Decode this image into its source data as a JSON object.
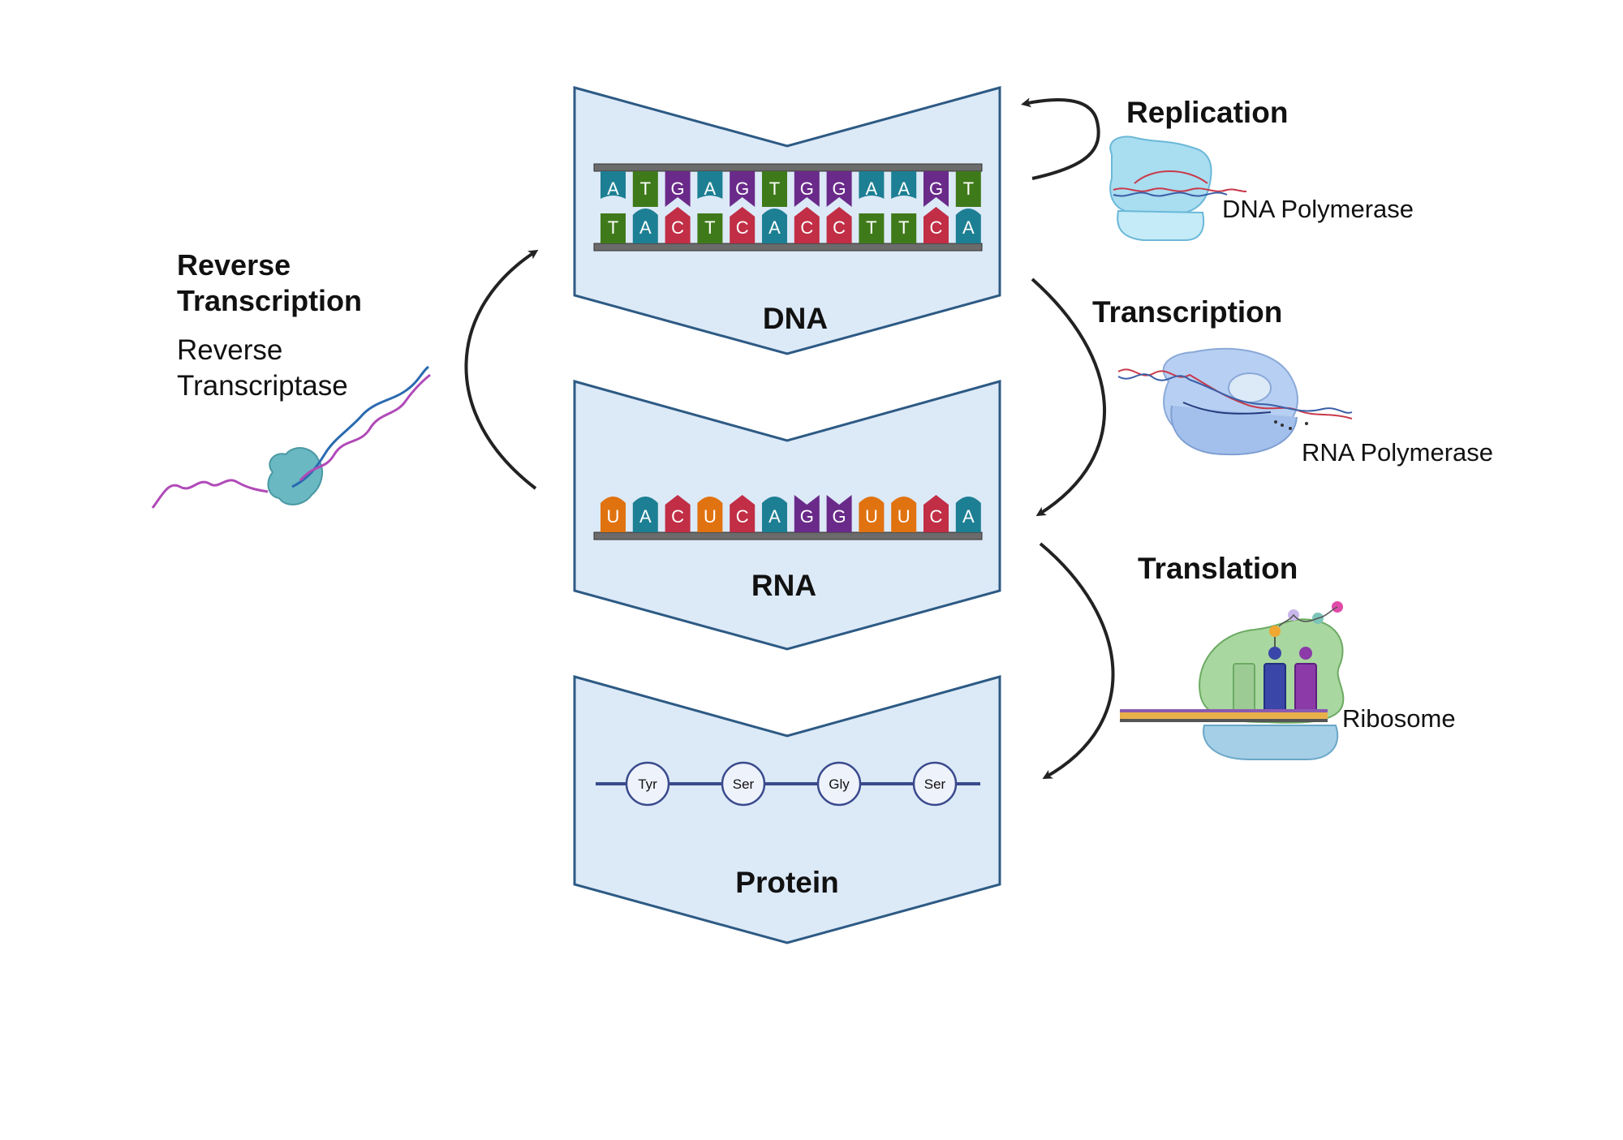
{
  "stages": {
    "dna": {
      "title": "DNA"
    },
    "rna": {
      "title": "RNA"
    },
    "protein": {
      "title": "Protein"
    }
  },
  "dna_strands": {
    "top": [
      "A",
      "T",
      "G",
      "A",
      "G",
      "T",
      "G",
      "G",
      "A",
      "A",
      "G",
      "T"
    ],
    "bottom": [
      "T",
      "A",
      "C",
      "T",
      "C",
      "A",
      "C",
      "C",
      "T",
      "T",
      "C",
      "A"
    ]
  },
  "rna_strand": [
    "U",
    "A",
    "C",
    "U",
    "C",
    "A",
    "G",
    "G",
    "U",
    "U",
    "C",
    "A"
  ],
  "amino_acids": [
    "Tyr",
    "Ser",
    "Gly",
    "Ser"
  ],
  "processes": {
    "replication": {
      "title": "Replication",
      "enzyme": "DNA Polymerase"
    },
    "transcription": {
      "title": "Transcription",
      "enzyme": "RNA Polymerase"
    },
    "translation": {
      "title": "Translation",
      "enzyme": "Ribosome"
    },
    "reverse_transcription": {
      "title_line1": "Reverse",
      "title_line2": "Transcription",
      "enzyme_line1": "Reverse",
      "enzyme_line2": "Transcriptase"
    }
  },
  "colors": {
    "A": "#1d7f93",
    "T": "#3f7a1a",
    "G": "#6a2a8a",
    "C": "#c12e45",
    "U": "#e07310",
    "panel_fill": "#dce9f7",
    "panel_stroke": "#2d5a84",
    "backbone": "#6b6b6b",
    "arrow": "#222222",
    "peptide_line": "#3a4a8c"
  },
  "icons": [
    "dna-polymerase-icon",
    "rna-polymerase-icon",
    "ribosome-icon",
    "reverse-transcriptase-icon"
  ]
}
